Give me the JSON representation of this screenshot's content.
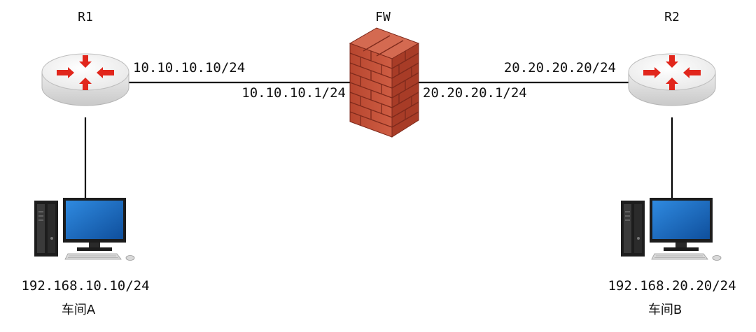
{
  "devices": {
    "r1": {
      "name": "R1",
      "icon": "router-icon"
    },
    "fw": {
      "name": "FW",
      "icon": "firewall-icon"
    },
    "r2": {
      "name": "R2",
      "icon": "router-icon"
    },
    "pc_a": {
      "ip": "192.168.10.10/24",
      "label": "车间A",
      "icon": "desktop-computer-icon"
    },
    "pc_b": {
      "ip": "192.168.20.20/24",
      "label": "车间B",
      "icon": "desktop-computer-icon"
    }
  },
  "links": {
    "r1_fw": {
      "r1_ip": "10.10.10.10/24",
      "fw_ip": "10.10.10.1/24"
    },
    "fw_r2": {
      "fw_ip": "20.20.20.1/24",
      "r2_ip": "20.20.20.20/24"
    }
  },
  "colors": {
    "line": "#000000",
    "router_body": "#f3f3f3",
    "router_arrow": "#e1261c",
    "brick": "#c2523a",
    "mortar": "#7e2a1c",
    "monitor_screen": "#1a6ec1",
    "tower": "#1d1d1d"
  }
}
